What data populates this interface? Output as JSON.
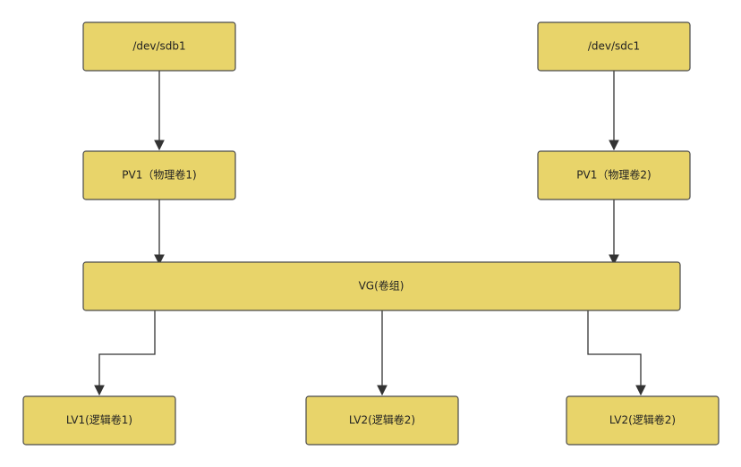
{
  "colors": {
    "node_fill": "#e8d46a",
    "node_stroke": "#4a4a4a",
    "edge": "#333333",
    "background": "#ffffff"
  },
  "nodes": {
    "sdb1": {
      "label": "/dev/sdb1"
    },
    "sdc1": {
      "label": "/dev/sdc1"
    },
    "pv1_left": {
      "label": "PV1（物理卷1)"
    },
    "pv1_right": {
      "label": "PV1（物理卷2)"
    },
    "vg": {
      "label": "VG(卷组)"
    },
    "lv1": {
      "label": "LV1(逻辑卷1)"
    },
    "lv2_mid": {
      "label": "LV2(逻辑卷2)"
    },
    "lv2_right": {
      "label": "LV2(逻辑卷2)"
    }
  },
  "edges": [
    {
      "from": "sdb1",
      "to": "pv1_left"
    },
    {
      "from": "sdc1",
      "to": "pv1_right"
    },
    {
      "from": "pv1_left",
      "to": "vg"
    },
    {
      "from": "pv1_right",
      "to": "vg"
    },
    {
      "from": "vg",
      "to": "lv1"
    },
    {
      "from": "vg",
      "to": "lv2_mid"
    },
    {
      "from": "vg",
      "to": "lv2_right"
    }
  ]
}
